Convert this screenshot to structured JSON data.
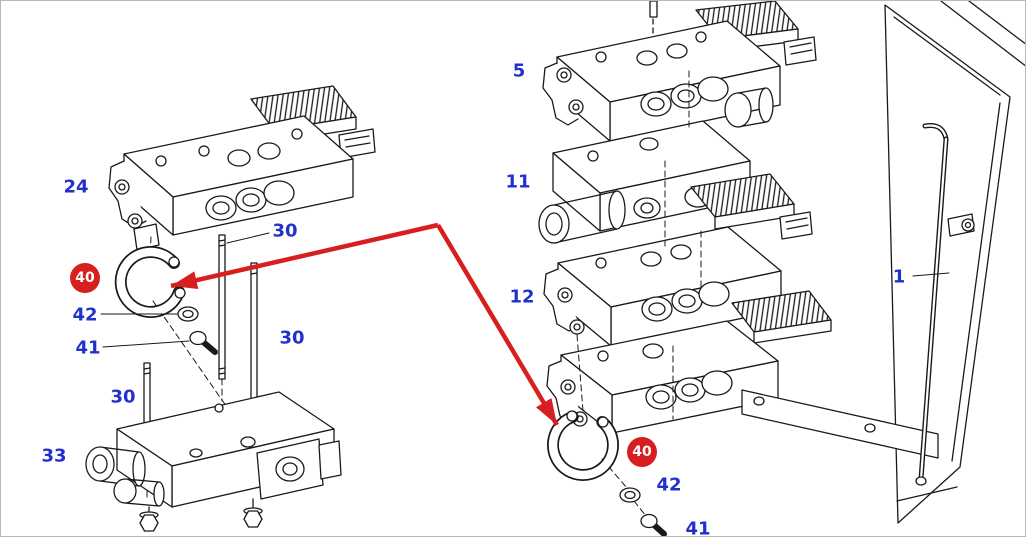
{
  "canvas": {
    "background": "#ffffff",
    "line_color": "#1a1a1a",
    "label_color": "#2230cc",
    "highlight_color": "#d81f1f"
  },
  "part_labels": [
    {
      "text": "24"
    },
    {
      "text": "30"
    },
    {
      "text": "42"
    },
    {
      "text": "41"
    },
    {
      "text": "30"
    },
    {
      "text": "30"
    },
    {
      "text": "33"
    },
    {
      "text": "5"
    },
    {
      "text": "11"
    },
    {
      "text": "12"
    },
    {
      "text": "1"
    },
    {
      "text": "42"
    },
    {
      "text": "41"
    }
  ],
  "highlight_callouts": [
    {
      "text": "40"
    },
    {
      "text": "40"
    }
  ]
}
